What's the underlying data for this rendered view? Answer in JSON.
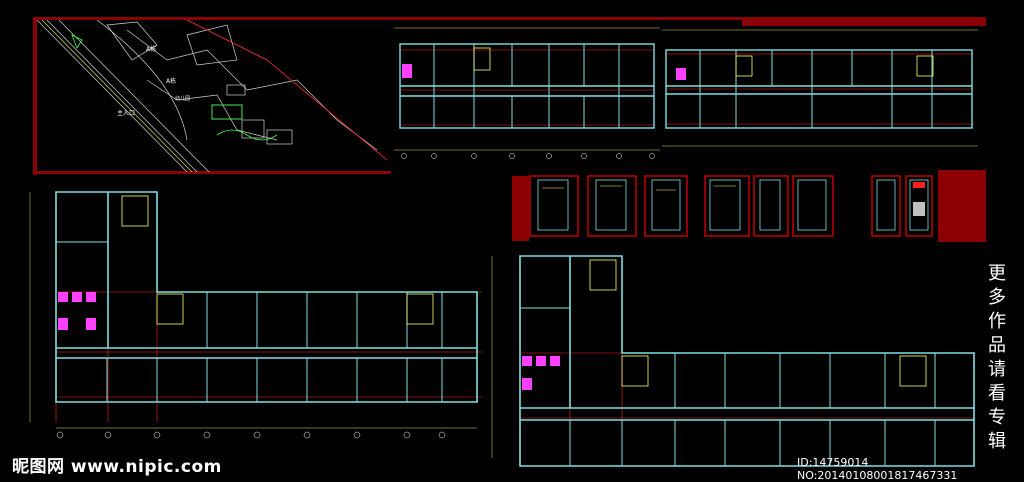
{
  "watermark": {
    "brand": "昵图网",
    "url": "www.nipic.com"
  },
  "image_id": "ID:14759014 NO:20140108001817467331",
  "side_caption": [
    "更",
    "多",
    "作",
    "品",
    "请",
    "看",
    "专",
    "辑"
  ],
  "site_plan": {
    "labels": [
      "A栋",
      "A栋",
      "主入口",
      "幼儿园"
    ]
  },
  "colors": {
    "background": "#000000",
    "frame_red": "#8b0000",
    "wall": "#7fdfe0",
    "grid": "#ff2020",
    "dim": "#e0e060",
    "toilet": "#ff40ff",
    "stair": "#ffff60"
  }
}
